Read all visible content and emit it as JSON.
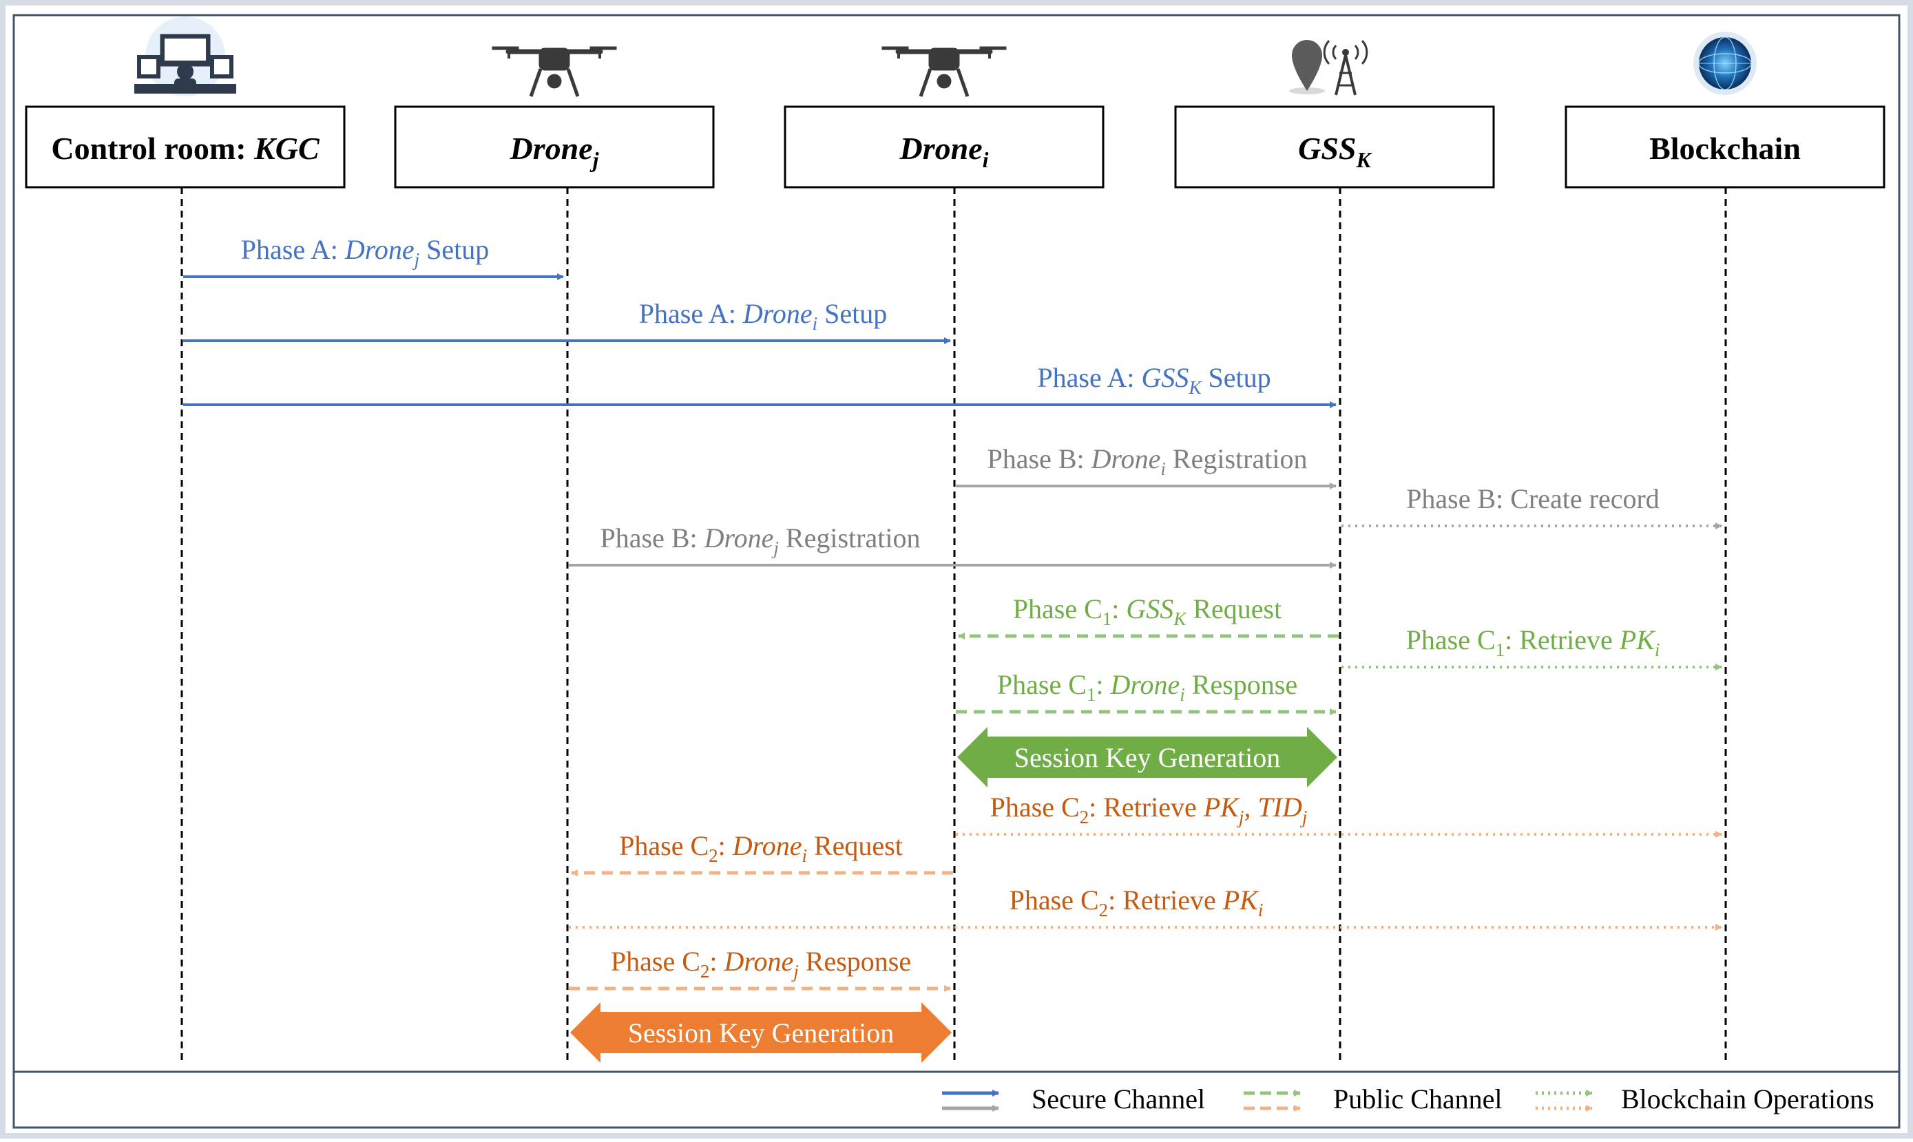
{
  "colors": {
    "secure_blue": "#4472c4",
    "secure_gray": "#a5a5a5",
    "public_green": "#93c47d",
    "public_green_text": "#70ad47",
    "session_green": "#70ad47",
    "orange": "#ed7d31",
    "orange_light": "#f4b183",
    "orange_text": "#c55a11",
    "frame": "#44546a",
    "lifeline": "#000000"
  },
  "entities": [
    {
      "id": "kgc",
      "name": "Control room: ",
      "name_math": "KGC",
      "sub": "",
      "icon": "control-room-icon"
    },
    {
      "id": "drone_j",
      "name": "",
      "name_math": "Drone",
      "sub": "j",
      "icon": "drone-icon"
    },
    {
      "id": "drone_i",
      "name": "",
      "name_math": "Drone",
      "sub": "i",
      "icon": "drone-icon"
    },
    {
      "id": "gss_k",
      "name": "",
      "name_math": "GSS",
      "sub": "K",
      "icon": "ground-station-icon"
    },
    {
      "id": "blockchain",
      "name": "Blockchain",
      "name_math": "",
      "sub": "",
      "icon": "globe-network-icon"
    }
  ],
  "messages": [
    {
      "from": "kgc",
      "to": "drone_j",
      "style": "secure-blue",
      "label": [
        [
          "Phase A: ",
          "n"
        ],
        [
          "Drone",
          "i"
        ],
        [
          "j",
          "sub-i"
        ],
        [
          " Setup",
          "n"
        ]
      ]
    },
    {
      "from": "kgc",
      "to": "drone_i",
      "style": "secure-blue",
      "label": [
        [
          "Phase A: ",
          "n"
        ],
        [
          "Drone",
          "i"
        ],
        [
          "i",
          "sub-i"
        ],
        [
          " Setup",
          "n"
        ]
      ]
    },
    {
      "from": "kgc",
      "to": "gss_k",
      "style": "secure-blue",
      "label": [
        [
          "Phase A: ",
          "n"
        ],
        [
          "GSS",
          "i"
        ],
        [
          "K",
          "sub-i"
        ],
        [
          " Setup",
          "n"
        ]
      ]
    },
    {
      "from": "drone_i",
      "to": "gss_k",
      "style": "secure-gray",
      "label": [
        [
          "Phase B: ",
          "n"
        ],
        [
          "Drone",
          "i"
        ],
        [
          "i",
          "sub-i"
        ],
        [
          " Registration",
          "n"
        ]
      ]
    },
    {
      "from": "gss_k",
      "to": "blockchain",
      "style": "chain-gray",
      "label": [
        [
          "Phase B: Create record",
          "n"
        ]
      ]
    },
    {
      "from": "drone_j",
      "to": "gss_k",
      "style": "secure-gray",
      "label": [
        [
          "Phase B: ",
          "n"
        ],
        [
          "Drone",
          "i"
        ],
        [
          "j",
          "sub-i"
        ],
        [
          " Registration",
          "n"
        ]
      ]
    },
    {
      "from": "gss_k",
      "to": "drone_i",
      "style": "public-green",
      "label": [
        [
          "Phase C",
          "n"
        ],
        [
          "1",
          "sub"
        ],
        [
          ": ",
          "n"
        ],
        [
          "GSS",
          "i"
        ],
        [
          "K",
          "sub-i"
        ],
        [
          " Request",
          "n"
        ]
      ]
    },
    {
      "from": "gss_k",
      "to": "blockchain",
      "style": "chain-green",
      "label": [
        [
          "Phase C",
          "n"
        ],
        [
          "1",
          "sub"
        ],
        [
          ": Retrieve ",
          "n"
        ],
        [
          "PK",
          "i"
        ],
        [
          "i",
          "sub-i"
        ]
      ]
    },
    {
      "from": "drone_i",
      "to": "gss_k",
      "style": "public-green",
      "label": [
        [
          "Phase C",
          "n"
        ],
        [
          "1",
          "sub"
        ],
        [
          ": ",
          "n"
        ],
        [
          "Drone",
          "i"
        ],
        [
          "i",
          "sub-i"
        ],
        [
          " Response",
          "n"
        ]
      ]
    },
    {
      "from": "drone_i",
      "to": "gss_k",
      "style": "session-green",
      "label": [
        [
          "Session Key Generation",
          "n"
        ]
      ]
    },
    {
      "from": "drone_i",
      "to": "blockchain",
      "style": "chain-orange",
      "label": [
        [
          "Phase C",
          "n"
        ],
        [
          "2",
          "sub"
        ],
        [
          ": Retrieve ",
          "n"
        ],
        [
          "PK",
          "i"
        ],
        [
          "j",
          "sub-i"
        ],
        [
          ", ",
          "i"
        ],
        [
          "TID",
          "i"
        ],
        [
          "j",
          "sub-i"
        ]
      ]
    },
    {
      "from": "drone_i",
      "to": "drone_j",
      "style": "public-orange",
      "label": [
        [
          "Phase C",
          "n"
        ],
        [
          "2",
          "sub"
        ],
        [
          ": ",
          "n"
        ],
        [
          "Drone",
          "i"
        ],
        [
          "i",
          "sub-i"
        ],
        [
          " Request",
          "n"
        ]
      ]
    },
    {
      "from": "drone_j",
      "to": "blockchain",
      "style": "chain-orange",
      "label": [
        [
          "Phase C",
          "n"
        ],
        [
          "2",
          "sub"
        ],
        [
          ": Retrieve ",
          "n"
        ],
        [
          "PK",
          "i"
        ],
        [
          "i",
          "sub-i"
        ]
      ]
    },
    {
      "from": "drone_j",
      "to": "drone_i",
      "style": "public-orange",
      "label": [
        [
          "Phase C",
          "n"
        ],
        [
          "2",
          "sub"
        ],
        [
          ": ",
          "n"
        ],
        [
          "Drone",
          "i"
        ],
        [
          "j",
          "sub-i"
        ],
        [
          " Response",
          "n"
        ]
      ]
    },
    {
      "from": "drone_j",
      "to": "drone_i",
      "style": "session-orange",
      "label": [
        [
          "Session Key Generation",
          "n"
        ]
      ]
    }
  ],
  "legend": [
    {
      "label": "Secure Channel",
      "style": "secure"
    },
    {
      "label": "Public Channel",
      "style": "public"
    },
    {
      "label": "Blockchain Operations",
      "style": "chain"
    }
  ]
}
